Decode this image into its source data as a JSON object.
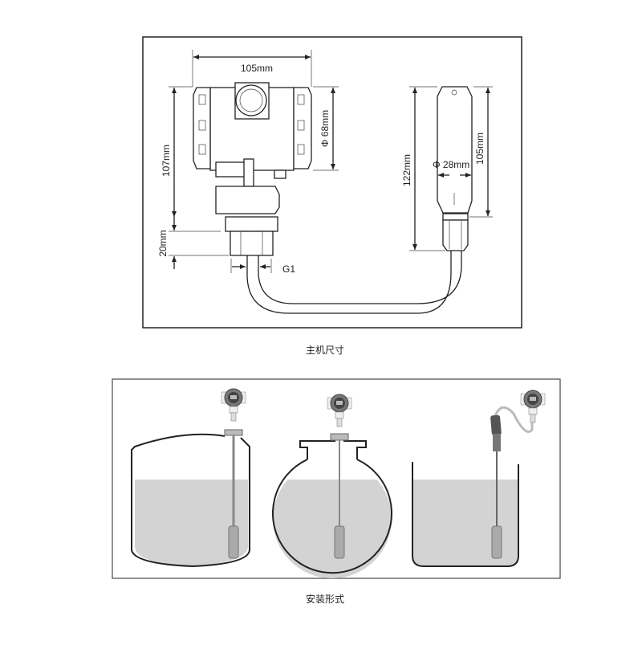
{
  "dimension_drawing": {
    "caption": "主机尺寸",
    "labels": {
      "housing_width": "105mm",
      "housing_diameter": "Φ 68mm",
      "total_height": "107mm",
      "thread_height": "20mm",
      "thread": "G1",
      "probe_total_length": "122mm",
      "probe_body_length": "105mm",
      "probe_diameter": "Φ 28mm"
    }
  },
  "installation": {
    "caption": "安装形式",
    "variants": [
      "vertical-tank",
      "spherical-tank",
      "open-tank-split"
    ]
  },
  "colors": {
    "liquid": "#d3d3d3",
    "line": "#222222",
    "display": "#555555"
  }
}
